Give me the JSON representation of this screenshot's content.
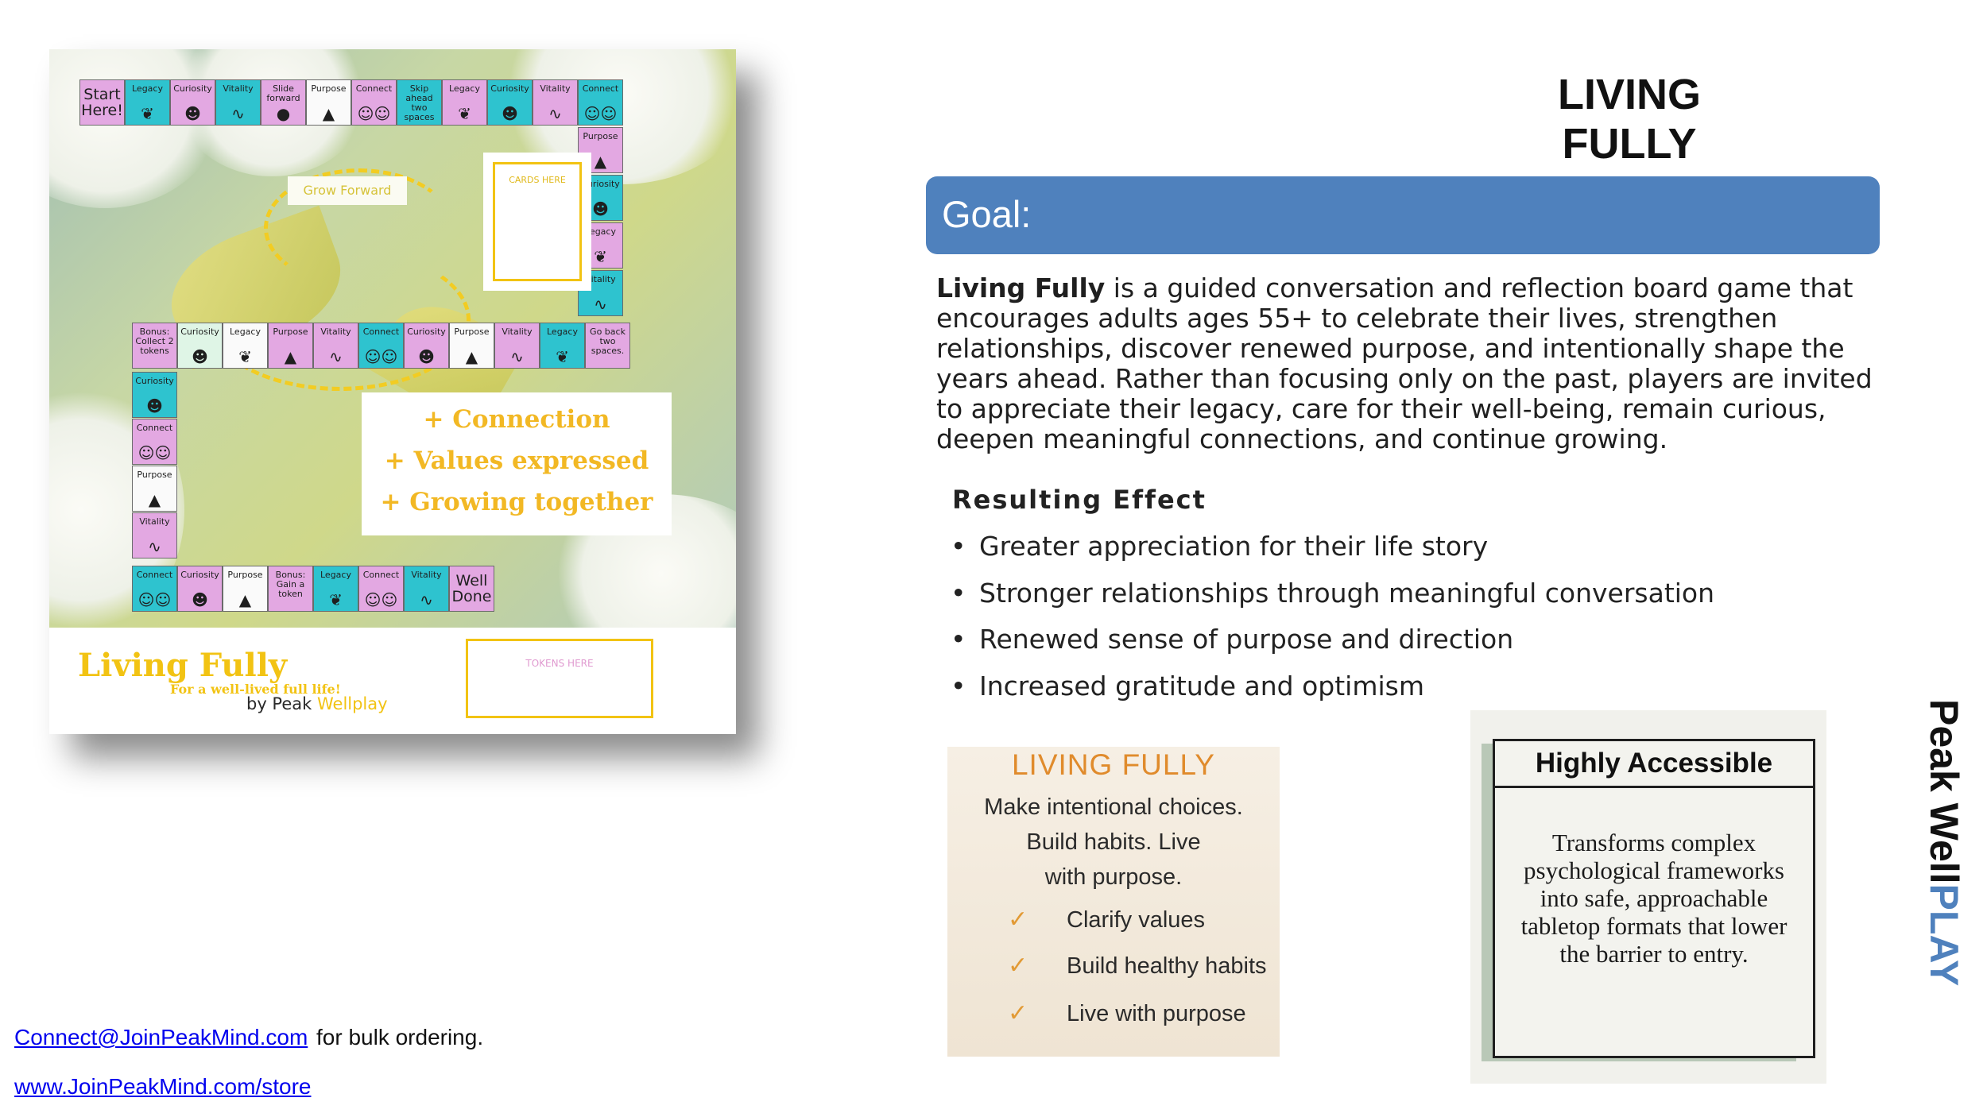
{
  "board": {
    "top_row": [
      {
        "label": "Start Here!",
        "color": "pink",
        "icon": "",
        "big": true
      },
      {
        "label": "Legacy",
        "color": "teal",
        "icon": "laurel-icon"
      },
      {
        "label": "Curiosity",
        "color": "pink",
        "icon": "creature-icon"
      },
      {
        "label": "Vitality",
        "color": "teal",
        "icon": "heartbeat-icon"
      },
      {
        "label": "Slide forward",
        "color": "pink",
        "icon": "slide-icon"
      },
      {
        "label": "Purpose",
        "color": "white",
        "icon": "cupcake-icon"
      },
      {
        "label": "Connect",
        "color": "pink",
        "icon": "people-icon"
      },
      {
        "label": "Skip ahead two spaces",
        "color": "teal",
        "icon": ""
      },
      {
        "label": "Legacy",
        "color": "pink",
        "icon": "laurel-icon"
      },
      {
        "label": "Curiosity",
        "color": "teal",
        "icon": "creature-icon"
      },
      {
        "label": "Vitality",
        "color": "pink",
        "icon": "heartbeat-icon"
      },
      {
        "label": "Connect",
        "color": "teal",
        "icon": "people-icon"
      }
    ],
    "right_col": [
      {
        "label": "Purpose",
        "color": "pink",
        "icon": "cupcake-icon"
      },
      {
        "label": "Curiosity",
        "color": "teal",
        "icon": "creature-icon"
      },
      {
        "label": "Legacy",
        "color": "pink",
        "icon": "laurel-icon"
      },
      {
        "label": "Vitality",
        "color": "teal",
        "icon": "heartbeat-icon"
      }
    ],
    "middle_row": [
      {
        "label": "Bonus: Collect 2 tokens",
        "color": "pink",
        "icon": ""
      },
      {
        "label": "Curiosity",
        "color": "mint",
        "icon": "creature-icon"
      },
      {
        "label": "Legacy",
        "color": "white",
        "icon": "laurel-icon"
      },
      {
        "label": "Purpose",
        "color": "pink",
        "icon": "cupcake-icon"
      },
      {
        "label": "Vitality",
        "color": "pink",
        "icon": "heartbeat-icon"
      },
      {
        "label": "Connect",
        "color": "teal",
        "icon": "people-icon"
      },
      {
        "label": "Curiosity",
        "color": "pink",
        "icon": "creature-icon"
      },
      {
        "label": "Purpose",
        "color": "white",
        "icon": "cupcake-icon"
      },
      {
        "label": "Vitality",
        "color": "pink",
        "icon": "heartbeat-icon"
      },
      {
        "label": "Legacy",
        "color": "teal",
        "icon": "laurel-icon"
      },
      {
        "label": "Go back two spaces.",
        "color": "pink",
        "icon": ""
      }
    ],
    "left_col": [
      {
        "label": "Curiosity",
        "color": "teal",
        "icon": "creature-icon"
      },
      {
        "label": "Connect",
        "color": "pink",
        "icon": "people-icon"
      },
      {
        "label": "Purpose",
        "color": "white",
        "icon": "cupcake-icon"
      },
      {
        "label": "Vitality",
        "color": "pink",
        "icon": "heartbeat-icon"
      }
    ],
    "bottom_row": [
      {
        "label": "Connect",
        "color": "teal",
        "icon": "people-icon"
      },
      {
        "label": "Curiosity",
        "color": "pink",
        "icon": "creature-icon"
      },
      {
        "label": "Purpose",
        "color": "white",
        "icon": "cupcake-icon"
      },
      {
        "label": "Bonus: Gain a token",
        "color": "pink",
        "icon": ""
      },
      {
        "label": "Legacy",
        "color": "teal",
        "icon": "laurel-icon"
      },
      {
        "label": "Connect",
        "color": "pink",
        "icon": "people-icon"
      },
      {
        "label": "Vitality",
        "color": "teal",
        "icon": "heartbeat-icon"
      },
      {
        "label": "Well Done",
        "color": "pink",
        "icon": "",
        "big": true
      }
    ],
    "grow_forward": "Grow Forward",
    "cards_here": "CARDS HERE",
    "values": [
      "+ Connection",
      "+ Values expressed",
      "+ Growing together"
    ],
    "game_title": "Living Fully",
    "game_subtitle": "For a well-lived full life!",
    "by_prefix": "by Peak ",
    "by_brand": "Wellplay",
    "tokens_here": "TOKENS HERE"
  },
  "heading": "LIVING FULLY",
  "goal": {
    "label": "Goal:",
    "lead": "Living Fully",
    "text": " is a guided conversation and reflection board game that encourages adults ages 55+ to celebrate their lives, strengthen relationships, discover renewed purpose, and intentionally shape the years ahead. Rather than focusing only on the past, players are invited to appreciate their legacy, care for their well-being, remain curious, deepen meaningful connections, and continue growing."
  },
  "effects": {
    "heading": "Resulting Effect",
    "items": [
      "Greater appreciation for their life story",
      "Stronger relationships through meaningful conversation",
      "Renewed sense of purpose and direction",
      "Increased gratitude and optimism"
    ]
  },
  "card_living": {
    "title": "LIVING FULLY",
    "tagline_1": "Make intentional choices.",
    "tagline_2": "Build habits. Live",
    "tagline_3": "with purpose.",
    "checks": [
      "Clarify values",
      "Build healthy habits",
      "Live with purpose"
    ]
  },
  "card_access": {
    "title": "Highly Accessible",
    "body": "Transforms complex psychological frameworks into safe, approachable tabletop formats that lower the barrier to entry."
  },
  "footer": {
    "email": "Connect@JoinPeakMind.com",
    "email_suffix": " for bulk ordering.",
    "store": "www.JoinPeakMind.com/store"
  },
  "brand": {
    "main": "Peak Well",
    "accent": "PLAY"
  },
  "colors": {
    "goal_bar": "#4f81bd",
    "accent_yellow": "#f2c313",
    "tile_pink": "#e3a8e2",
    "tile_teal": "#2ec3cf"
  }
}
